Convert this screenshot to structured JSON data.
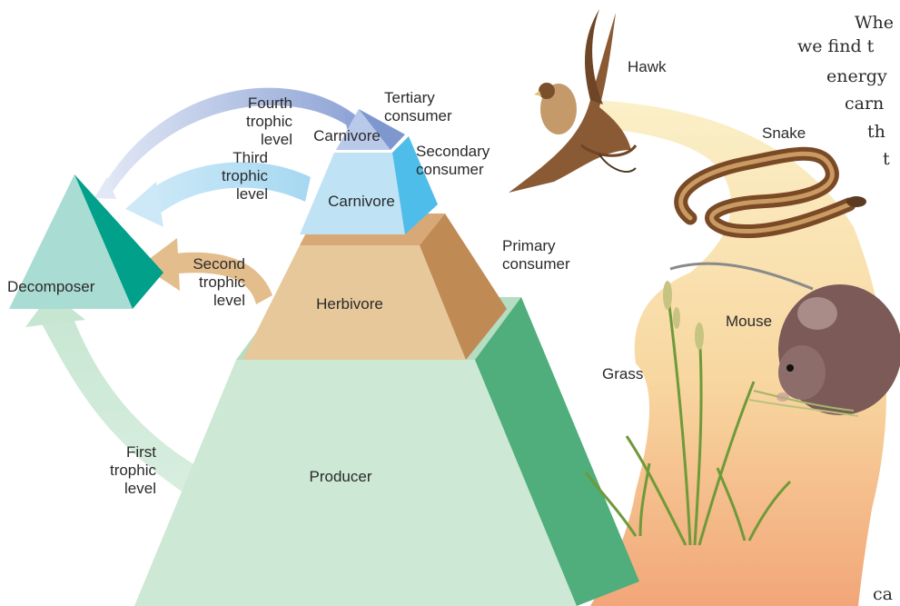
{
  "diagram": {
    "pyramid": {
      "producer": "Producer",
      "herbivore": "Herbivore",
      "carnivore_secondary": "Carnivore",
      "carnivore_tertiary": "Carnivore"
    },
    "consumer_labels": {
      "tertiary": [
        "Tertiary",
        "consumer"
      ],
      "secondary": [
        "Secondary",
        "consumer"
      ],
      "primary": [
        "Primary",
        "consumer"
      ]
    },
    "trophic_levels": {
      "first": [
        "First",
        "trophic",
        "level"
      ],
      "second": [
        "Second",
        "trophic",
        "level"
      ],
      "third": [
        "Third",
        "trophic",
        "level"
      ],
      "fourth": [
        "Fourth",
        "trophic",
        "level"
      ]
    },
    "decomposer": "Decomposer",
    "organisms": {
      "hawk": "Hawk",
      "snake": "Snake",
      "mouse": "Mouse",
      "grass": "Grass"
    },
    "prose_fragments": {
      "line1": "Whe",
      "line2": "we find t",
      "line3": "energy",
      "line4": "carn",
      "line5": "th",
      "line6": "t",
      "line7": "ca"
    },
    "colors": {
      "producer_front": "#cde8d4",
      "producer_side": "#4fae7b",
      "herbivore_front": "#e6c89a",
      "herbivore_side": "#c08a55",
      "carnivore_front": "#bfe3f5",
      "carnivore_side": "#4fbde9",
      "tertiary_front": "#b9c9ea",
      "tertiary_side": "#7f97cf",
      "decomposer_front": "#a9dcd3",
      "decomposer_side": "#00a08a",
      "food_chain_band": "#f5c08a"
    }
  }
}
